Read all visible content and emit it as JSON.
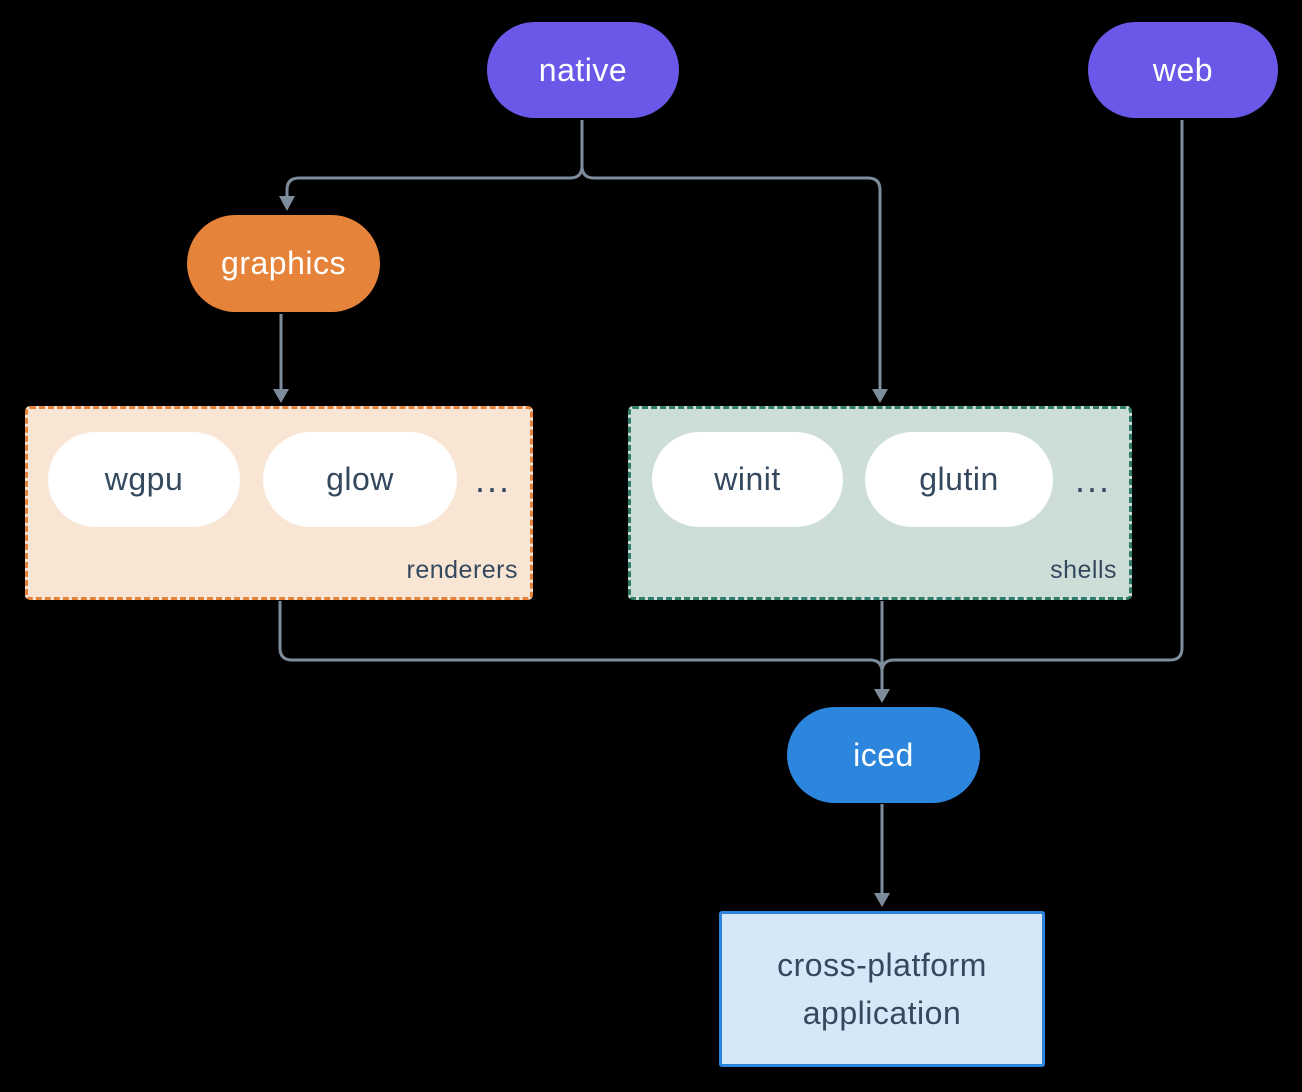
{
  "colors": {
    "purple": "#6A59E8",
    "orange": "#E5833A",
    "peach": "#F9E5D4",
    "sage": "#CDDED8",
    "teal": "#2F7D6B",
    "blue": "#2C86DD",
    "lightblue": "#D6E7F8",
    "wire": "#7D8C9B",
    "dark": "#34495E",
    "white": "#FFFFFF",
    "bg": "#000000"
  },
  "nodes": {
    "native": "native",
    "web": "web",
    "graphics": "graphics",
    "iced": "iced",
    "app": "cross-platform application"
  },
  "renderers": {
    "label": "renderers",
    "items": [
      "wgpu",
      "glow"
    ],
    "more": "..."
  },
  "shells": {
    "label": "shells",
    "items": [
      "winit",
      "glutin"
    ],
    "more": "..."
  }
}
